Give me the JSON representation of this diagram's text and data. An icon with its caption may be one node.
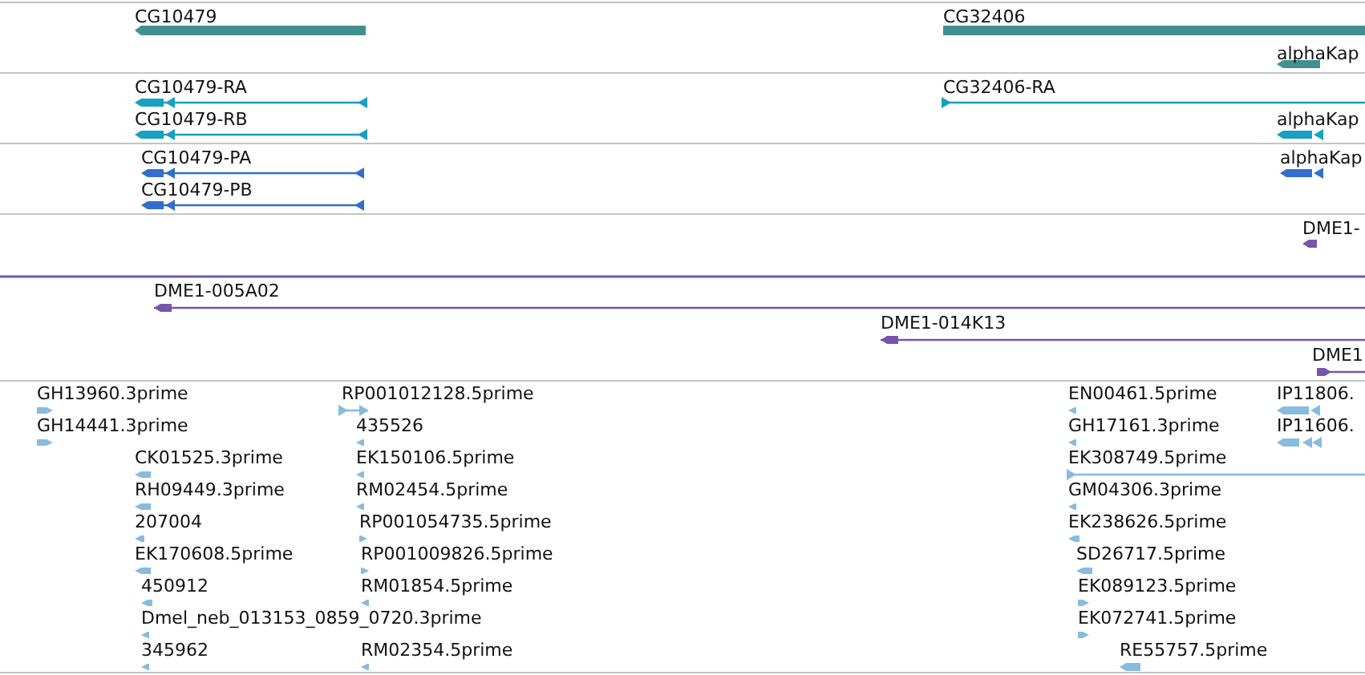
{
  "diagram": {
    "labels": [
      "CG10479",
      "CG32406",
      "alphaKap",
      "CG10479-RA",
      "CG10479-RB",
      "CG32406-RA",
      "alphaKap",
      "CG10479-PA",
      "CG10479-PB",
      "alphaKap",
      "DME1-",
      "DME1-005A02",
      "DME1-014K13",
      "DME1",
      "GH13960.3prime",
      "RP001012128.5prime",
      "EN00461.5prime",
      "IP11806.",
      "GH14441.3prime",
      "435526",
      "GH17161.3prime",
      "IP11606.",
      "CK01525.3prime",
      "EK150106.5prime",
      "EK308749.5prime",
      "RH09449.3prime",
      "RM02454.5prime",
      "GM04306.3prime",
      "207004",
      "RP001054735.5prime",
      "EK238626.5prime",
      "EK170608.5prime",
      "RP001009826.5prime",
      "SD26717.5prime",
      "450912",
      "RM01854.5prime",
      "EK089123.5prime",
      "Dmel_neb_013153_0859_0720.3prime",
      "EK072741.5prime",
      "345962",
      "RM02354.5prime",
      "RE55757.5prime"
    ]
  }
}
